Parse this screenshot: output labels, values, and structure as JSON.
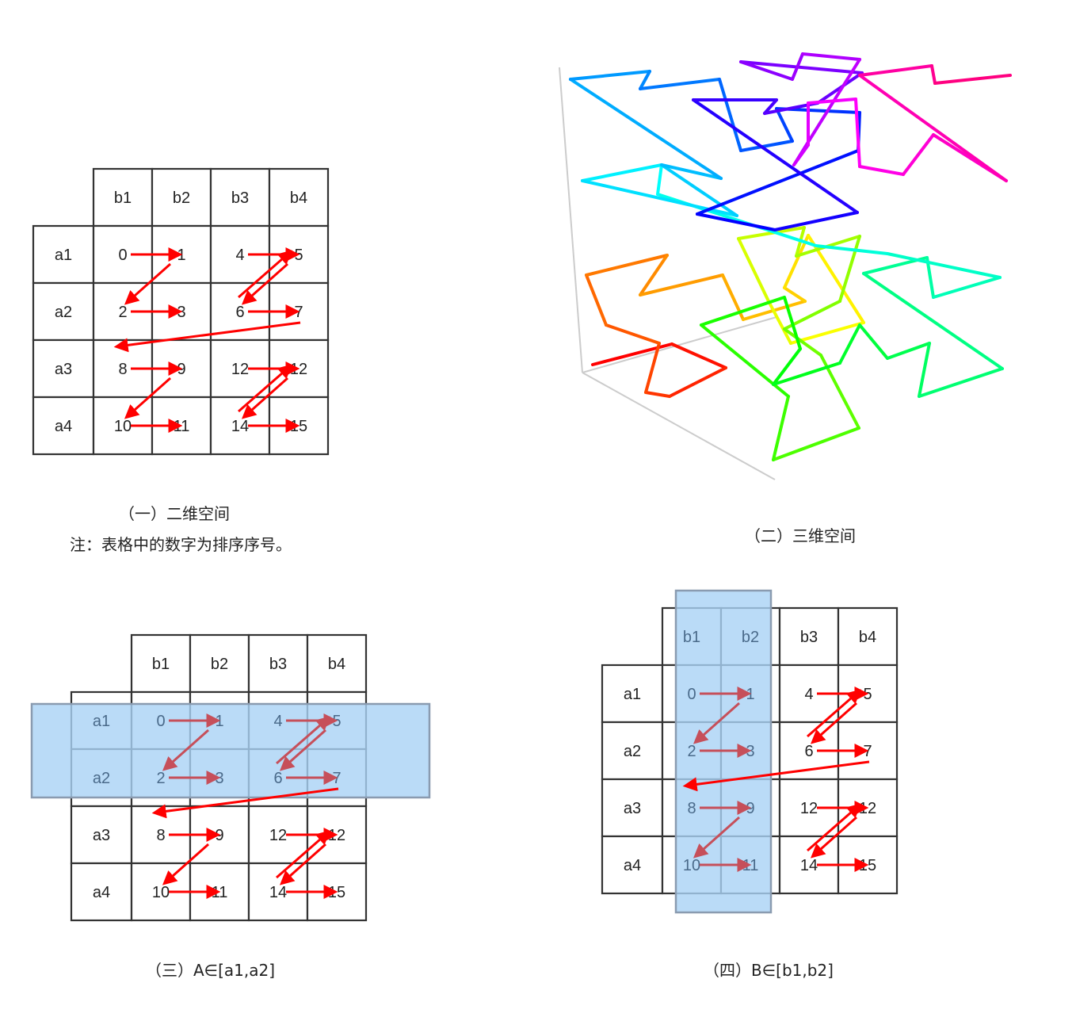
{
  "panels": {
    "p1": {
      "caption": "（一）二维空间",
      "note": "注：表格中的数字为排序序号。"
    },
    "p2": {
      "caption": "（二）三维空间"
    },
    "p3": {
      "caption": "（三）A∈[a1,a2]"
    },
    "p4": {
      "caption": "（四）B∈[b1,b2]"
    }
  },
  "grid": {
    "col_headers": [
      "b1",
      "b2",
      "b3",
      "b4"
    ],
    "row_headers": [
      "a1",
      "a2",
      "a3",
      "a4"
    ],
    "cells": [
      [
        {
          "a": "0",
          "b": "1"
        },
        {
          "a": "4",
          "b": "5"
        }
      ],
      [
        {
          "a": "2",
          "b": "3"
        },
        {
          "a": "6",
          "b": "7"
        }
      ],
      [
        {
          "a": "8",
          "b": "9"
        },
        {
          "a": "12",
          "b": "12"
        }
      ],
      [
        {
          "a": "10",
          "b": "11"
        },
        {
          "a": "14",
          "b": "15"
        }
      ]
    ]
  },
  "colors": {
    "arrow": "#ff0000",
    "arrow_muted": "#c64f5a",
    "highlight_fill": "#a9d2f5",
    "highlight_stroke": "#8a9bb0",
    "grid_line": "#333333"
  }
}
